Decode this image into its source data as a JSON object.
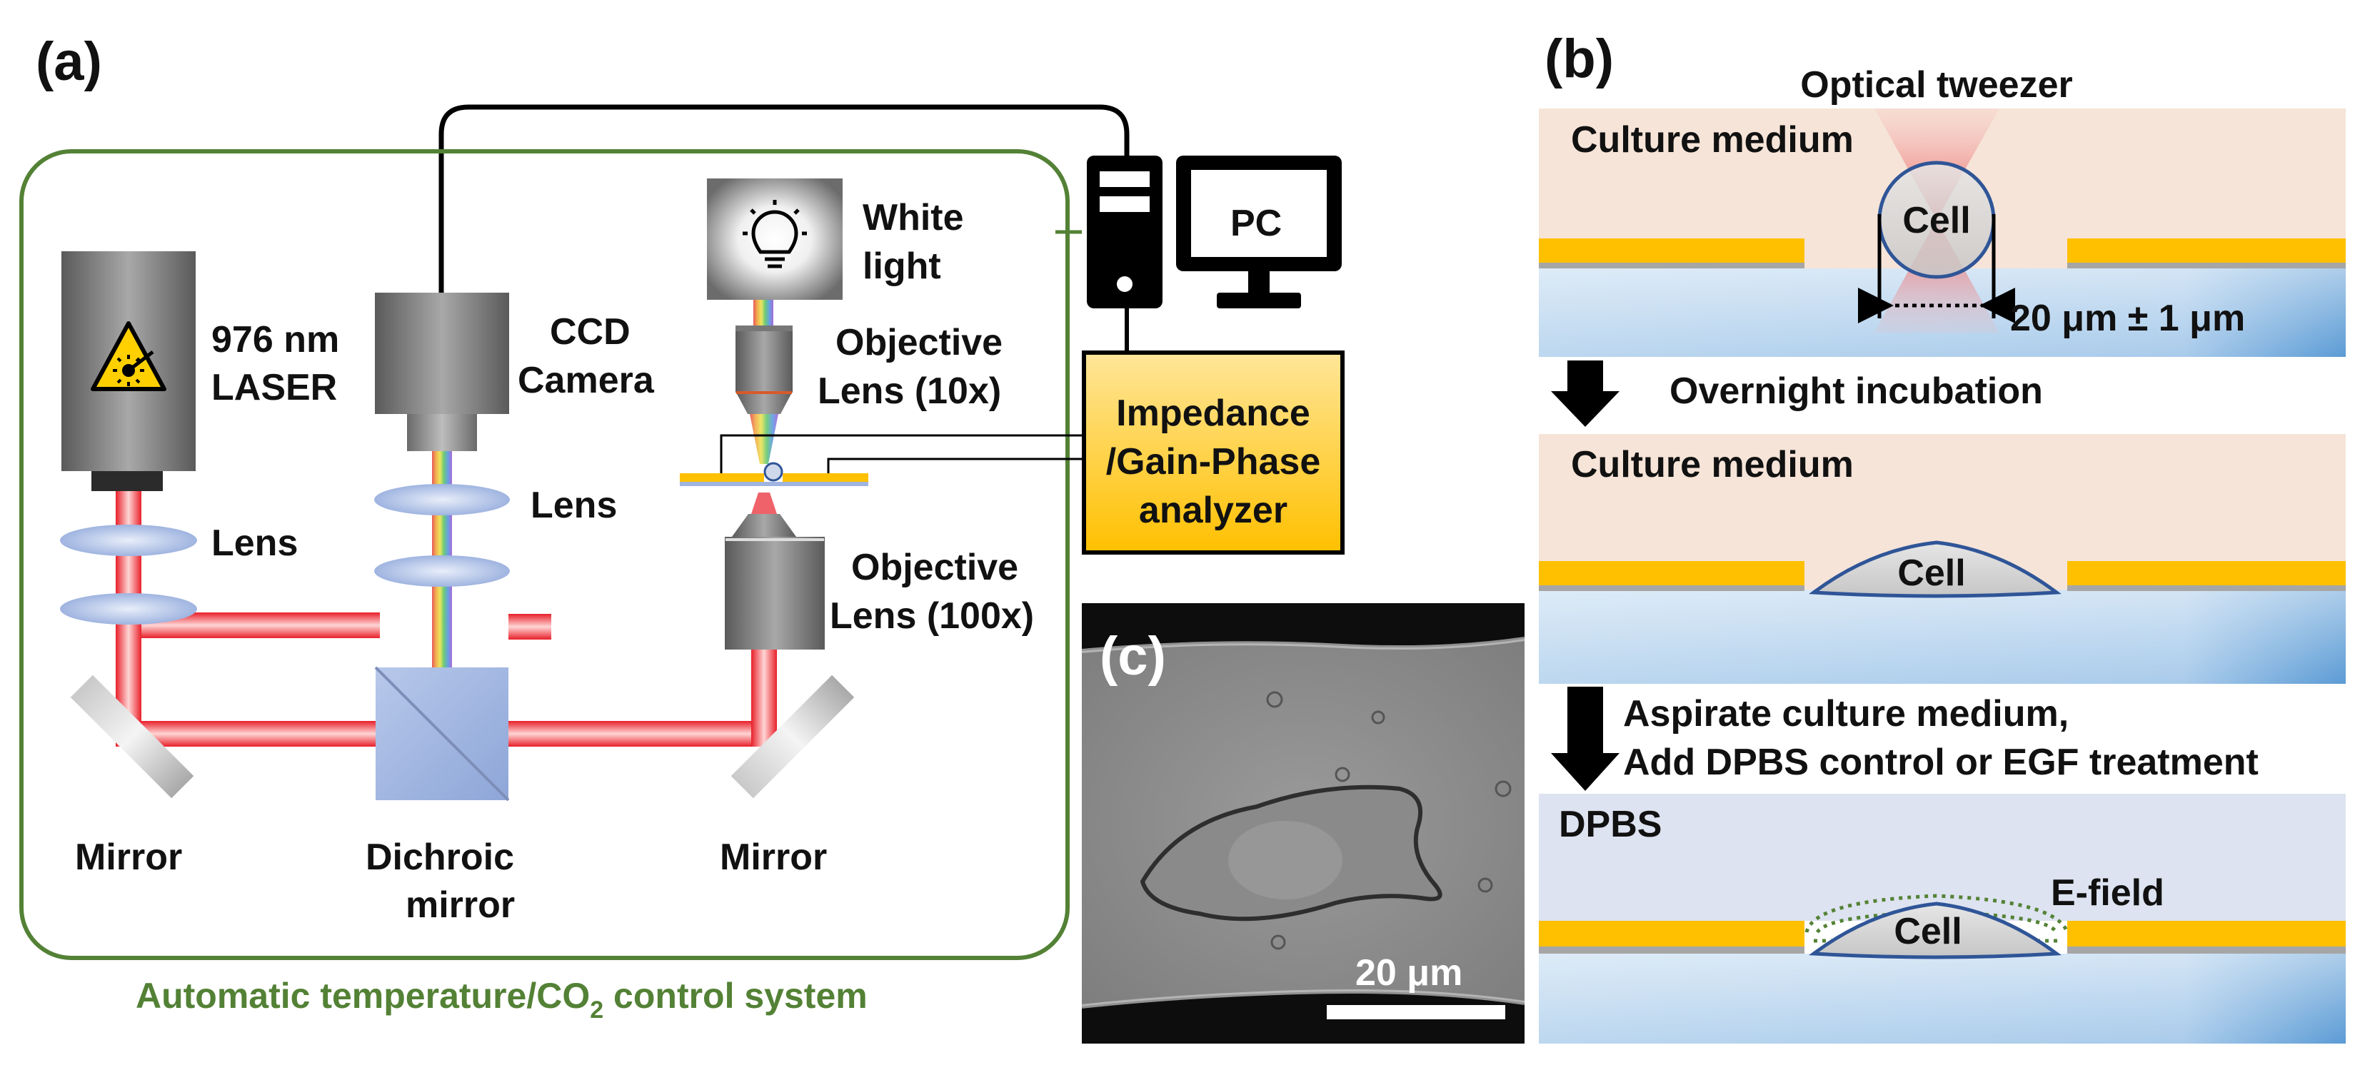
{
  "panels": {
    "a": "(a)",
    "b": "(b)",
    "c": "(c)"
  },
  "panel_a": {
    "laser": [
      "976 nm",
      "LASER"
    ],
    "ccd": [
      "CCD",
      "Camera"
    ],
    "white_light": [
      "White",
      "light"
    ],
    "obj10": [
      "Objective",
      "Lens (10x)"
    ],
    "obj100": [
      "Objective",
      "Lens (100x)"
    ],
    "lens_left": "Lens",
    "lens_mid": "Lens",
    "mirror_left": "Mirror",
    "dichroic": [
      "Dichroic",
      "mirror"
    ],
    "mirror_right": "Mirror",
    "pc": "PC",
    "analyzer": [
      "Impedance",
      "/Gain-Phase",
      "analyzer"
    ],
    "control_system": "Automatic temperature/CO",
    "control_subscript": "2",
    "control_suffix": " control system"
  },
  "panel_b": {
    "tweezer": "Optical tweezer",
    "medium1": "Culture medium",
    "cell1": "Cell",
    "size": "20 μm ± 1 μm",
    "step1": "Overnight incubation",
    "medium2": "Culture medium",
    "cell2": "Cell",
    "step2": [
      "Aspirate culture medium,",
      "Add DPBS control or EGF treatment"
    ],
    "dpbs": "DPBS",
    "efield": "E-field",
    "cell3": "Cell"
  },
  "panel_c": {
    "scalebar": "20 μm"
  },
  "colors": {
    "laser_beam": "#e8202a",
    "frame_green": "#538135",
    "electrode": "#ffc000",
    "analyzer_fill": "#ffc000",
    "medium": "#f6e4d8",
    "substrate": "#5b9bd5",
    "dpbs": "#dde3f0",
    "cell_outline": "#2f5597",
    "efield": "#548235"
  },
  "icons": [
    "laser-warning-icon",
    "light-bulb-icon",
    "computer-tower-icon",
    "monitor-icon"
  ]
}
